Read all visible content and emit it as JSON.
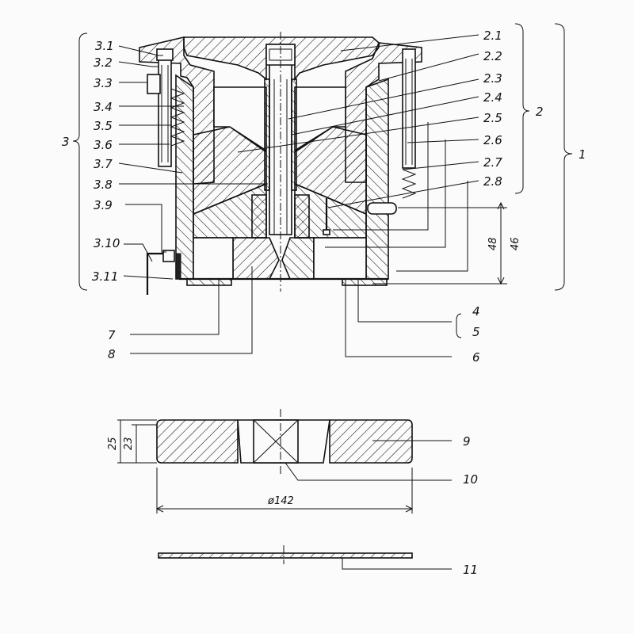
{
  "labels": {
    "l31": "3.1",
    "l32": "3.2",
    "l33": "3.3",
    "l34": "3.4",
    "l35": "3.5",
    "l36": "3.6",
    "l37": "3.7",
    "l38": "3.8",
    "l39": "3.9",
    "l310": "3.10",
    "l311": "3.11",
    "l21": "2.1",
    "l22": "2.2",
    "l23": "2.3",
    "l24": "2.4",
    "l25": "2.5",
    "l26": "2.6",
    "l27": "2.7",
    "l28": "2.8",
    "g1": "1",
    "g2": "2",
    "g3": "3",
    "p4": "4",
    "p5": "5",
    "p6": "6",
    "p7": "7",
    "p8": "8",
    "p9": "9",
    "p10": "10",
    "p11": "11"
  },
  "dimensions": {
    "h48": "48",
    "h46": "46",
    "h25": "25",
    "h23": "23",
    "dia": "ø142"
  }
}
